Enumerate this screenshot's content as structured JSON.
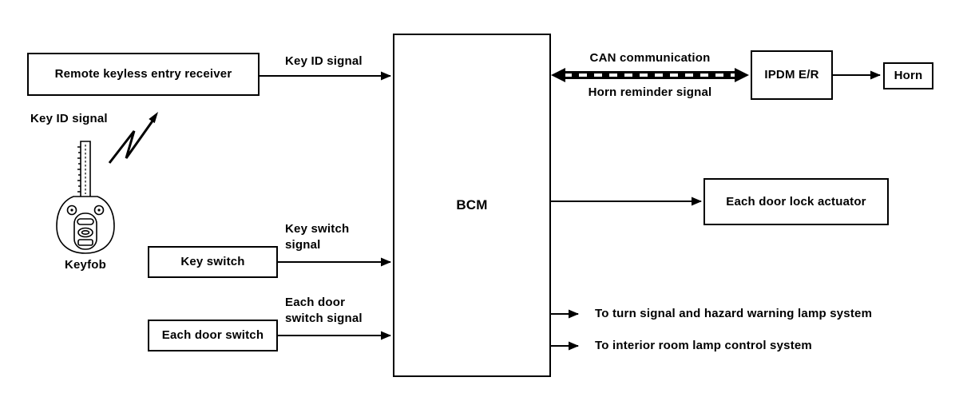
{
  "diagram": {
    "boxes": {
      "receiver": "Remote keyless entry receiver",
      "key_switch": "Key switch",
      "each_door_switch": "Each door switch",
      "bcm": "BCM",
      "ipdm": "IPDM E/R",
      "horn": "Horn",
      "door_lock_actuator": "Each door lock actuator"
    },
    "labels": {
      "key_id_signal_arrow": "Key ID signal",
      "key_id_signal_keyfob": "Key ID signal",
      "keyfob_caption": "Keyfob",
      "key_switch_signal": "Key switch\nsignal",
      "each_door_switch_signal": "Each door\nswitch signal",
      "can_communication": "CAN communication",
      "horn_reminder_signal": "Horn reminder signal",
      "to_turn_signal": "To turn signal and hazard warning lamp system",
      "to_interior_room": "To interior room lamp control system"
    },
    "colors": {
      "line": "#000000",
      "background": "#ffffff"
    }
  }
}
